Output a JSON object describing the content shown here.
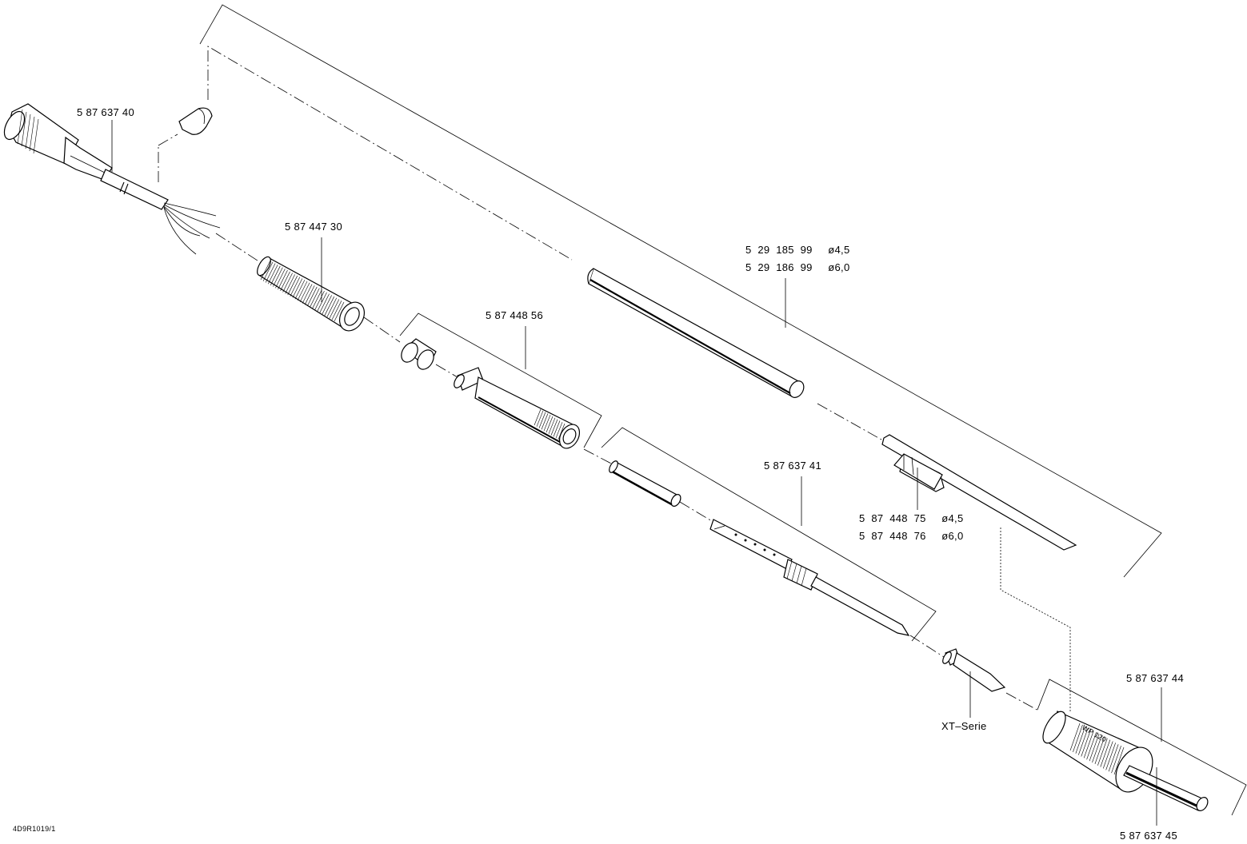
{
  "labels": {
    "cable": "5  87  637  40",
    "sleeve": "5  87  447  30",
    "tube_a": "5  29  185  99     ø4,5",
    "tube_b": "5  29  186  99     ø6,0",
    "heater": "5  87  448  56",
    "element": "5  87  637  41",
    "clip_a": "5  87  448  75     ø4,5",
    "clip_b": "5  87  448  76     ø6,0",
    "tip": "XT–Serie",
    "handle": "5  87  637  44",
    "grip": "5  87  637  45",
    "drawing_ref": "4D9R1019/1",
    "handle_marking": "WP  120"
  }
}
